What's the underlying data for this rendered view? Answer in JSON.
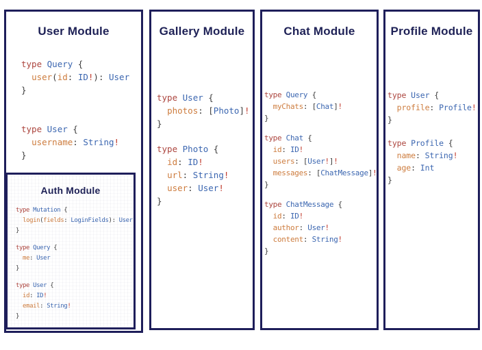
{
  "colors": {
    "border_navy": "#1e1e5a",
    "title_navy": "#1e2156",
    "keyword_red": "#ac453e",
    "type_blue": "#3b66b0",
    "field_orange": "#cd7c3e",
    "bang_red": "#c0392b",
    "punct_gray": "#3d3d3d"
  },
  "panels": {
    "user": {
      "title": "User Module",
      "blocks": [
        [
          [
            [
              "k",
              "type "
            ],
            [
              "t",
              "Query "
            ],
            [
              "p",
              "{"
            ]
          ],
          [
            [
              "p",
              "  "
            ],
            [
              "f",
              "user"
            ],
            [
              "p",
              "("
            ],
            [
              "f",
              "id"
            ],
            [
              "p",
              ": "
            ],
            [
              "t",
              "ID"
            ],
            [
              "b",
              "!"
            ],
            [
              "p",
              "): "
            ],
            [
              "t",
              "User"
            ]
          ],
          [
            [
              "p",
              "}"
            ]
          ]
        ],
        [
          [
            [
              "k",
              "type "
            ],
            [
              "t",
              "User "
            ],
            [
              "p",
              "{"
            ]
          ],
          [
            [
              "p",
              "  "
            ],
            [
              "f",
              "username"
            ],
            [
              "p",
              ": "
            ],
            [
              "t",
              "String"
            ],
            [
              "b",
              "!"
            ]
          ],
          [
            [
              "p",
              "}"
            ]
          ]
        ]
      ]
    },
    "auth": {
      "title": "Auth Module",
      "blocks": [
        [
          [
            [
              "k",
              "type "
            ],
            [
              "t",
              "Mutation "
            ],
            [
              "p",
              "{"
            ]
          ],
          [
            [
              "p",
              "  "
            ],
            [
              "f",
              "login"
            ],
            [
              "p",
              "("
            ],
            [
              "f",
              "fields"
            ],
            [
              "p",
              ": "
            ],
            [
              "t",
              "LoginFields"
            ],
            [
              "p",
              "): "
            ],
            [
              "t",
              "User"
            ]
          ],
          [
            [
              "p",
              "}"
            ]
          ]
        ],
        [
          [
            [
              "k",
              "type "
            ],
            [
              "t",
              "Query "
            ],
            [
              "p",
              "{"
            ]
          ],
          [
            [
              "p",
              "  "
            ],
            [
              "f",
              "me"
            ],
            [
              "p",
              ": "
            ],
            [
              "t",
              "User"
            ]
          ],
          [
            [
              "p",
              "}"
            ]
          ]
        ],
        [
          [
            [
              "k",
              "type "
            ],
            [
              "t",
              "User "
            ],
            [
              "p",
              "{"
            ]
          ],
          [
            [
              "p",
              "  "
            ],
            [
              "f",
              "id"
            ],
            [
              "p",
              ": "
            ],
            [
              "t",
              "ID"
            ],
            [
              "b",
              "!"
            ]
          ],
          [
            [
              "p",
              "  "
            ],
            [
              "f",
              "email"
            ],
            [
              "p",
              ": "
            ],
            [
              "t",
              "String"
            ],
            [
              "b",
              "!"
            ]
          ],
          [
            [
              "p",
              "}"
            ]
          ]
        ]
      ]
    },
    "gallery": {
      "title": "Gallery Module",
      "blocks": [
        [
          [
            [
              "k",
              "type "
            ],
            [
              "t",
              "User "
            ],
            [
              "p",
              "{"
            ]
          ],
          [
            [
              "p",
              "  "
            ],
            [
              "f",
              "photos"
            ],
            [
              "p",
              ": ["
            ],
            [
              "t",
              "Photo"
            ],
            [
              "p",
              "]"
            ],
            [
              "b",
              "!"
            ]
          ],
          [
            [
              "p",
              "}"
            ]
          ]
        ],
        [
          [
            [
              "k",
              "type "
            ],
            [
              "t",
              "Photo "
            ],
            [
              "p",
              "{"
            ]
          ],
          [
            [
              "p",
              "  "
            ],
            [
              "f",
              "id"
            ],
            [
              "p",
              ": "
            ],
            [
              "t",
              "ID"
            ],
            [
              "b",
              "!"
            ]
          ],
          [
            [
              "p",
              "  "
            ],
            [
              "f",
              "url"
            ],
            [
              "p",
              ": "
            ],
            [
              "t",
              "String"
            ],
            [
              "b",
              "!"
            ]
          ],
          [
            [
              "p",
              "  "
            ],
            [
              "f",
              "user"
            ],
            [
              "p",
              ": "
            ],
            [
              "t",
              "User"
            ],
            [
              "b",
              "!"
            ]
          ],
          [
            [
              "p",
              "}"
            ]
          ]
        ]
      ]
    },
    "chat": {
      "title": "Chat Module",
      "blocks": [
        [
          [
            [
              "k",
              "type "
            ],
            [
              "t",
              "Query "
            ],
            [
              "p",
              "{"
            ]
          ],
          [
            [
              "p",
              "  "
            ],
            [
              "f",
              "myChats"
            ],
            [
              "p",
              ": ["
            ],
            [
              "t",
              "Chat"
            ],
            [
              "p",
              "]"
            ],
            [
              "b",
              "!"
            ]
          ],
          [
            [
              "p",
              "}"
            ]
          ]
        ],
        [
          [
            [
              "k",
              "type "
            ],
            [
              "t",
              "Chat "
            ],
            [
              "p",
              "{"
            ]
          ],
          [
            [
              "p",
              "  "
            ],
            [
              "f",
              "id"
            ],
            [
              "p",
              ": "
            ],
            [
              "t",
              "ID"
            ],
            [
              "b",
              "!"
            ]
          ],
          [
            [
              "p",
              "  "
            ],
            [
              "f",
              "users"
            ],
            [
              "p",
              ": ["
            ],
            [
              "t",
              "User"
            ],
            [
              "b",
              "!"
            ],
            [
              "p",
              "]"
            ],
            [
              "b",
              "!"
            ]
          ],
          [
            [
              "p",
              "  "
            ],
            [
              "f",
              "messages"
            ],
            [
              "p",
              ": ["
            ],
            [
              "t",
              "ChatMessage"
            ],
            [
              "p",
              "]"
            ],
            [
              "b",
              "!"
            ]
          ],
          [
            [
              "p",
              "}"
            ]
          ]
        ],
        [
          [
            [
              "k",
              "type "
            ],
            [
              "t",
              "ChatMessage "
            ],
            [
              "p",
              "{"
            ]
          ],
          [
            [
              "p",
              "  "
            ],
            [
              "f",
              "id"
            ],
            [
              "p",
              ": "
            ],
            [
              "t",
              "ID"
            ],
            [
              "b",
              "!"
            ]
          ],
          [
            [
              "p",
              "  "
            ],
            [
              "f",
              "author"
            ],
            [
              "p",
              ": "
            ],
            [
              "t",
              "User"
            ],
            [
              "b",
              "!"
            ]
          ],
          [
            [
              "p",
              "  "
            ],
            [
              "f",
              "content"
            ],
            [
              "p",
              ": "
            ],
            [
              "t",
              "String"
            ],
            [
              "b",
              "!"
            ]
          ],
          [
            [
              "p",
              "}"
            ]
          ]
        ]
      ]
    },
    "profile": {
      "title": "Profile Module",
      "blocks": [
        [
          [
            [
              "k",
              "type "
            ],
            [
              "t",
              "User "
            ],
            [
              "p",
              "{"
            ]
          ],
          [
            [
              "p",
              "  "
            ],
            [
              "f",
              "profile"
            ],
            [
              "p",
              ": "
            ],
            [
              "t",
              "Profile"
            ],
            [
              "b",
              "!"
            ]
          ],
          [
            [
              "p",
              "}"
            ]
          ]
        ],
        [
          [
            [
              "k",
              "type "
            ],
            [
              "t",
              "Profile "
            ],
            [
              "p",
              "{"
            ]
          ],
          [
            [
              "p",
              "  "
            ],
            [
              "f",
              "name"
            ],
            [
              "p",
              ": "
            ],
            [
              "t",
              "String"
            ],
            [
              "b",
              "!"
            ]
          ],
          [
            [
              "p",
              "  "
            ],
            [
              "f",
              "age"
            ],
            [
              "p",
              ": "
            ],
            [
              "t",
              "Int"
            ]
          ],
          [
            [
              "p",
              "}"
            ]
          ]
        ]
      ]
    }
  }
}
